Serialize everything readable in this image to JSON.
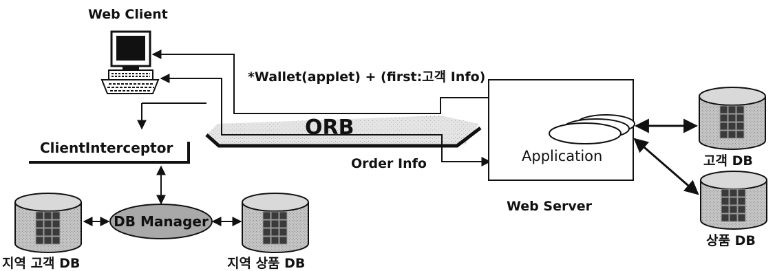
{
  "web_client": {
    "label": "Web Client"
  },
  "message_top": {
    "label": "*Wallet(applet) + (first:고객 Info)"
  },
  "orb": {
    "label": "ORB"
  },
  "order_info": {
    "label": "Order Info"
  },
  "client_interceptor": {
    "label": "ClientInterceptor"
  },
  "db_manager": {
    "label": "DB Manager"
  },
  "web_server": {
    "application_label": "Application",
    "label": "Web Server"
  },
  "databases": {
    "customer_db": "고객 DB",
    "product_db": "상품 DB",
    "local_customer_db": "지역 고객 DB",
    "local_product_db": "지역 상품 DB"
  },
  "colors": {
    "stroke": "#111111",
    "db_fill": "#bdbdbd",
    "db_grid": "#3a3a3a",
    "manager_fill": "#a9a9a9"
  }
}
